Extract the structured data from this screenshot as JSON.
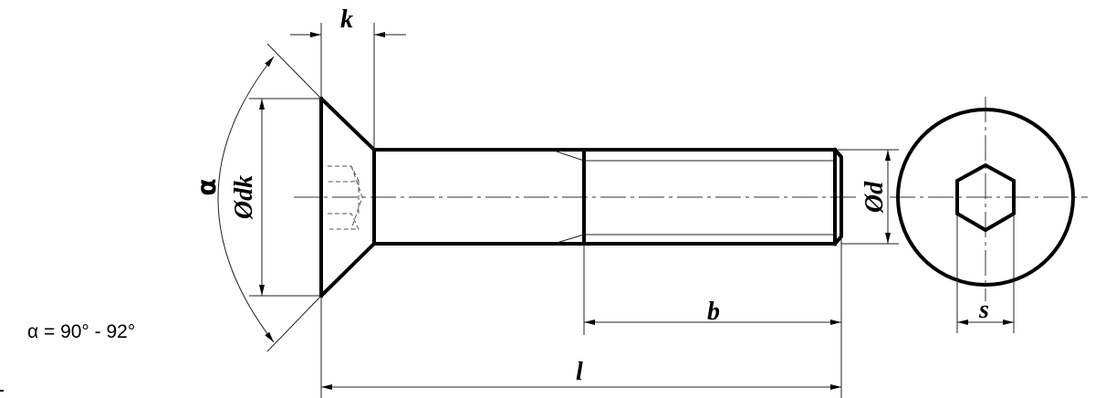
{
  "labels": {
    "k": "k",
    "alpha": "α",
    "dk": "Ødk",
    "d": "Ød",
    "b": "b",
    "l": "l",
    "s": "s"
  },
  "note": "α = 90° - 92°"
}
